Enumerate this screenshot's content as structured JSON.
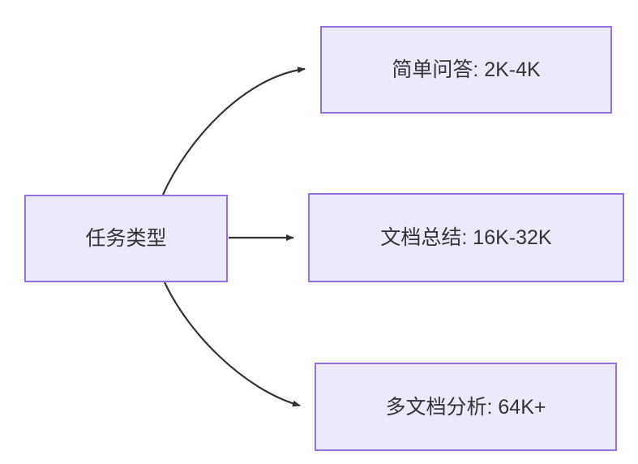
{
  "diagram": {
    "type": "flowchart",
    "direction": "left-to-right",
    "background_color": "#ffffff",
    "node_fill_color": "#ECE9FB",
    "node_border_color": "#9370DB",
    "node_text_color": "#333333",
    "edge_color": "#333333",
    "nodes": [
      {
        "id": "root",
        "label": "任务类型"
      },
      {
        "id": "simple_qa",
        "label": "简单问答: 2K-4K"
      },
      {
        "id": "doc_summary",
        "label": "文档总结: 16K-32K"
      },
      {
        "id": "multi_doc",
        "label": "多文档分析: 64K+"
      }
    ],
    "edges": [
      {
        "from": "root",
        "to": "simple_qa",
        "style": "curved",
        "arrowhead": "triangle"
      },
      {
        "from": "root",
        "to": "doc_summary",
        "style": "straight",
        "arrowhead": "triangle"
      },
      {
        "from": "root",
        "to": "multi_doc",
        "style": "curved",
        "arrowhead": "triangle"
      }
    ]
  }
}
